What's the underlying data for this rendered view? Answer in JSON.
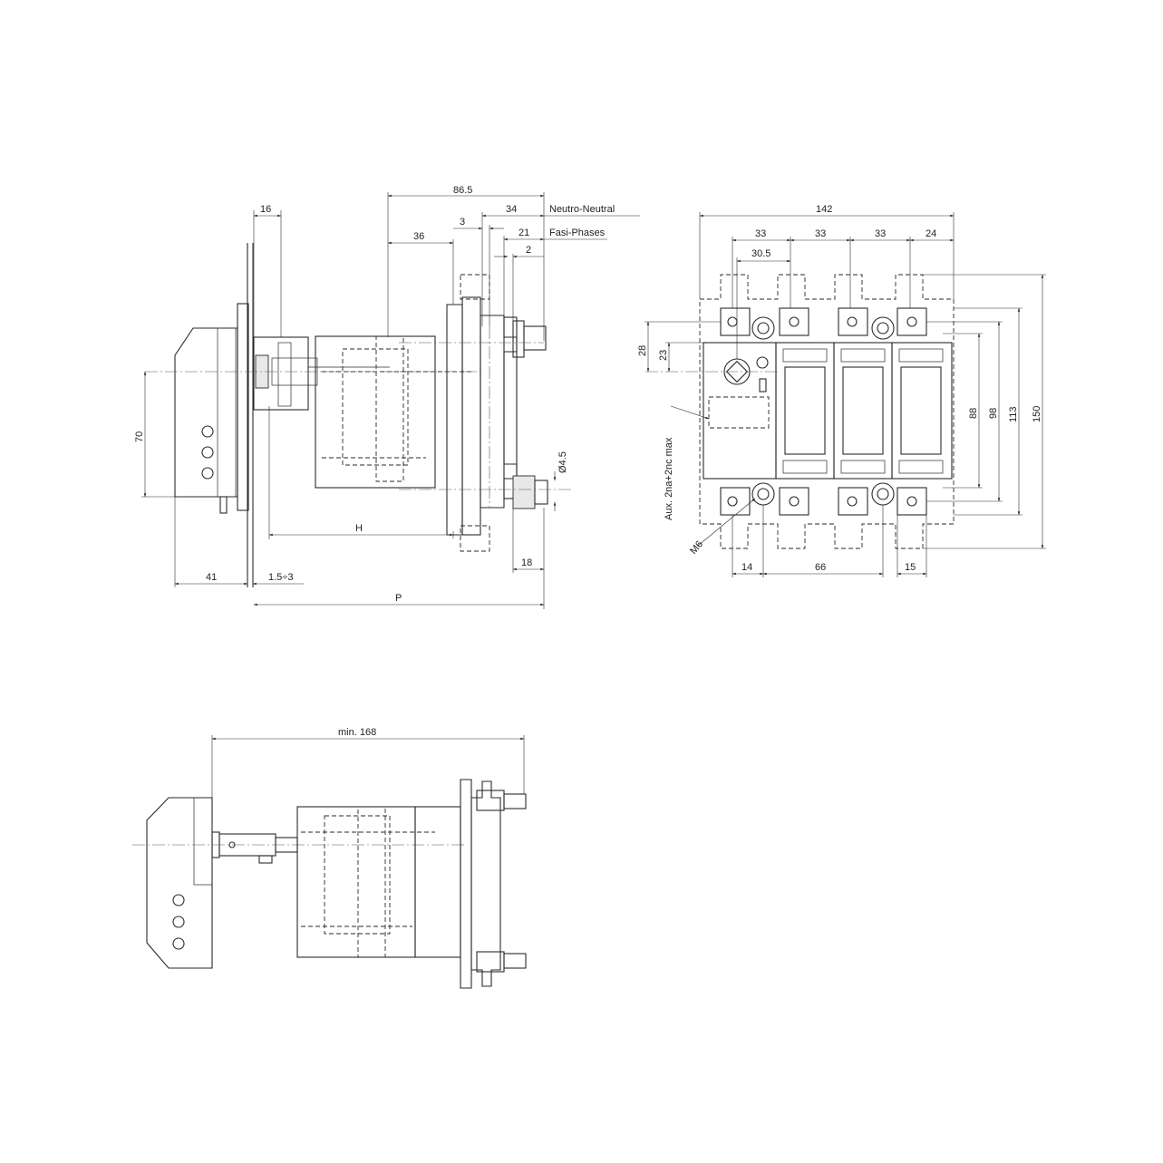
{
  "dimensions": {
    "side": {
      "d16": "16",
      "d86_5": "86.5",
      "d34": "34",
      "d3": "3",
      "d36": "36",
      "d21": "21",
      "d2": "2",
      "d70": "70",
      "dH": "H",
      "d41": "41",
      "d1_5": "1.5÷3",
      "dP": "P",
      "d18": "18",
      "d4_5": "Ø4.5"
    },
    "notes": {
      "neutral": "Neutro-Neutral",
      "phases": "Fasi-Phases"
    },
    "front": {
      "d142": "142",
      "d33a": "33",
      "d33b": "33",
      "d33c": "33",
      "d24": "24",
      "d30_5": "30.5",
      "d28": "28",
      "d23": "23",
      "d88": "88",
      "d98": "98",
      "d113": "113",
      "d150": "150",
      "d14": "14",
      "d66": "66",
      "d15": "15",
      "m6": "M6",
      "aux": "Aux. 2na+2nc max"
    },
    "bottom": {
      "min168": "min. 168"
    }
  }
}
